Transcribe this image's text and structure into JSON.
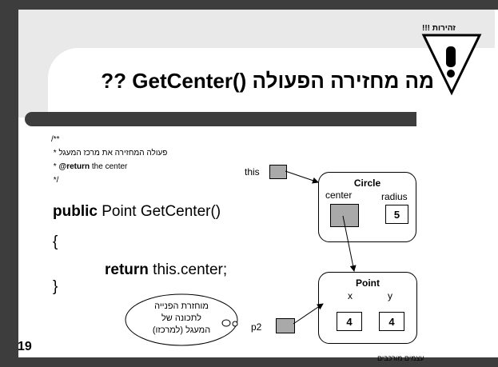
{
  "slide": {
    "title": "מה מחזירה הפעולה ()GetCenter ??",
    "warning_label": "זהירות !!!",
    "slide_number": "19",
    "footer": "עצמים מורכבים"
  },
  "code": {
    "line1": "/**",
    "line2": " * פעולה המחזירה את מרכז המעגל",
    "line3_bold": "@return",
    "line3_rest": " the center",
    "line3_prefix": " * ",
    "line4": " */",
    "sig_keyword": "public",
    "sig_rest": " Point GetCenter()",
    "open_brace": "{",
    "return_keyword": "return",
    "return_rest": " this.center;",
    "close_brace": "}"
  },
  "diagram": {
    "this_label": "this",
    "p2_label": "p2",
    "circle": {
      "title": "Circle",
      "field1": "center",
      "field2": "radius",
      "radius_value": "5"
    },
    "point": {
      "title": "Point",
      "field_x": "x",
      "field_y": "y",
      "x_value": "4",
      "y_value": "4"
    },
    "thought_bubble": {
      "line1": "מוחזרת הפנייה",
      "line2": "לתכונה של",
      "line3": "המעגל (למרכזו)"
    }
  }
}
